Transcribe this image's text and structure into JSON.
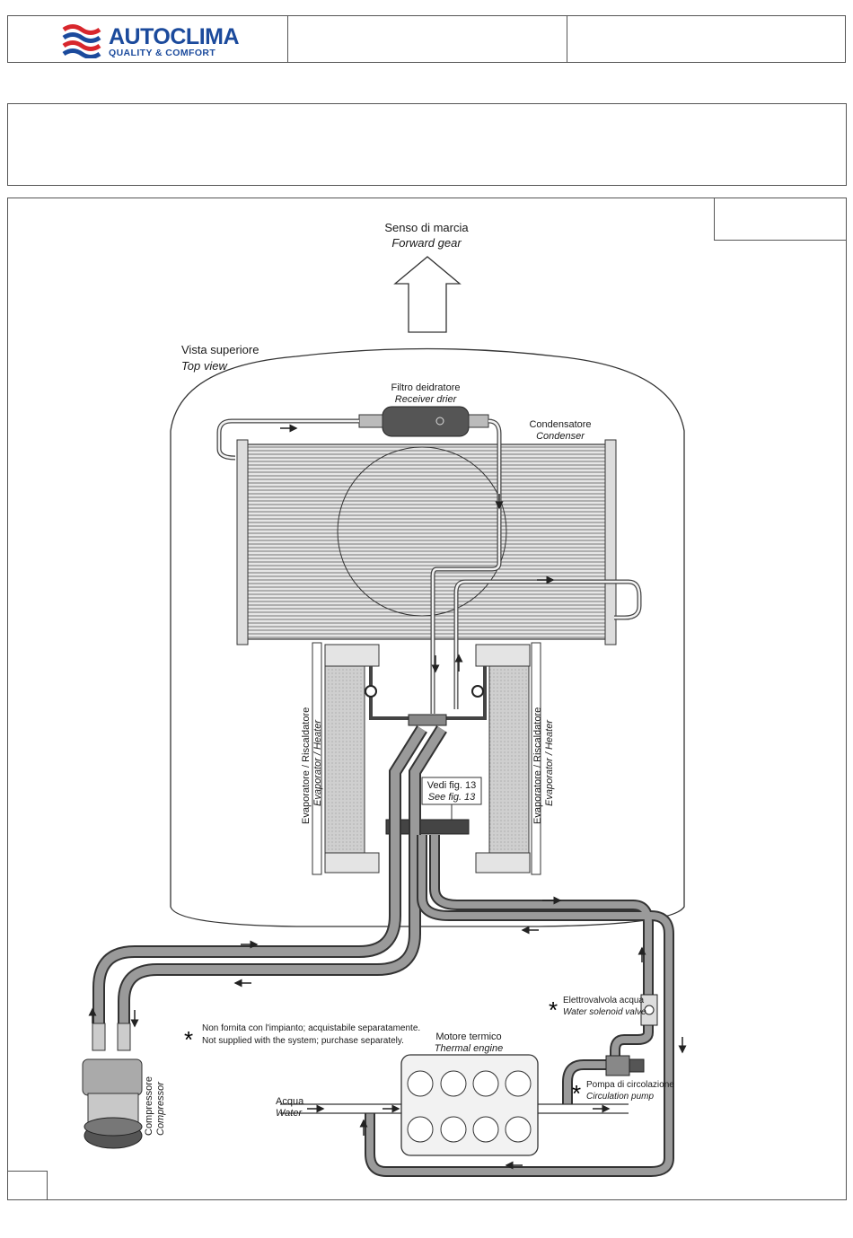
{
  "header": {
    "brand_name": "AUTOCLIMA",
    "brand_tagline": "QUALITY & COMFORT"
  },
  "diagram": {
    "direction_it": "Senso di marcia",
    "direction_en": "Forward gear",
    "view_it": "Vista superiore",
    "view_en": "Top view",
    "receiver_drier_it": "Filtro deidratore",
    "receiver_drier_en": "Receiver drier",
    "condenser_it": "Condensatore",
    "condenser_en": "Condenser",
    "evaporator_it": "Evaporatore / Riscaldatore",
    "evaporator_en": "Evaporator / Heater",
    "see_fig_it": "Vedi fig. 13",
    "see_fig_en": "See fig. 13",
    "note_it": "Non fornita con l'impianto; acquistabile separatamente.",
    "note_en": "Not supplied with the system; purchase separately.",
    "asterisk": "*",
    "engine_it": "Motore termico",
    "engine_en": "Thermal engine",
    "solenoid_it": "Elettrovalvola acqua",
    "solenoid_en": "Water solenoid valve",
    "pump_it": "Pompa di circolazione",
    "pump_en": "Circulation pump",
    "water_it": "Acqua",
    "water_en": "Water",
    "compressor_it": "Compressore",
    "compressor_en": "Compressor"
  },
  "colors": {
    "logo_blue": "#1b4a9c",
    "logo_red": "#d8262c",
    "hose_gray": "#8a8a8a",
    "line": "#333333"
  }
}
